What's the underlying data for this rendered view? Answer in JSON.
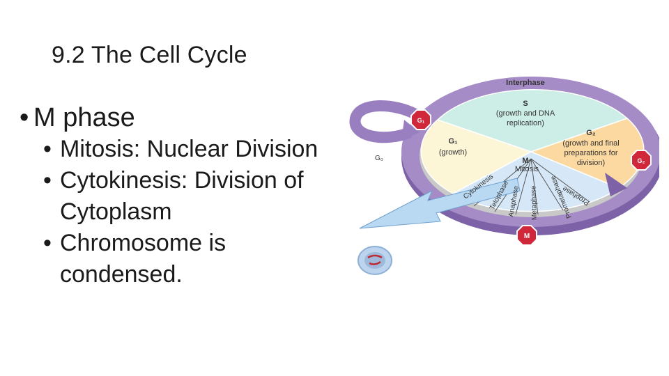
{
  "slide": {
    "title": "9.2 The Cell Cycle",
    "bullet": "M phase",
    "sub_bullets": [
      "Mitosis: Nuclear Division",
      "Cytokinesis: Division of Cytoplasm",
      "Chromosome is condensed."
    ]
  },
  "diagram": {
    "interphase_label": "Interphase",
    "s_label": "S",
    "s_desc_1": "(growth and DNA",
    "s_desc_2": "replication)",
    "g1_label": "G₁",
    "g1_desc": "(growth)",
    "g2_label": "G₂",
    "g2_desc_1": "(growth and final",
    "g2_desc_2": "preparations for",
    "g2_desc_3": "division)",
    "m_label": "M",
    "mitosis_label": "Mitosis",
    "g0_label": "G₀",
    "checkpoint_g1": "G₁",
    "checkpoint_g2": "G₂",
    "checkpoint_m": "M",
    "stages": [
      "Cytokinesis",
      "Telophase",
      "Anaphase",
      "Metaphase",
      "Prometaphase",
      "Prophase"
    ],
    "colors": {
      "ring": "#a58cc6",
      "ring_dark": "#7d62a8",
      "s_sector": "#cdeee6",
      "g1_sector": "#fdf6d6",
      "g2_sector": "#fcd9a0",
      "m_sector": "#d6e8f8",
      "checkpoint": "#d0273b",
      "arrow": "#b9d8f2"
    }
  }
}
